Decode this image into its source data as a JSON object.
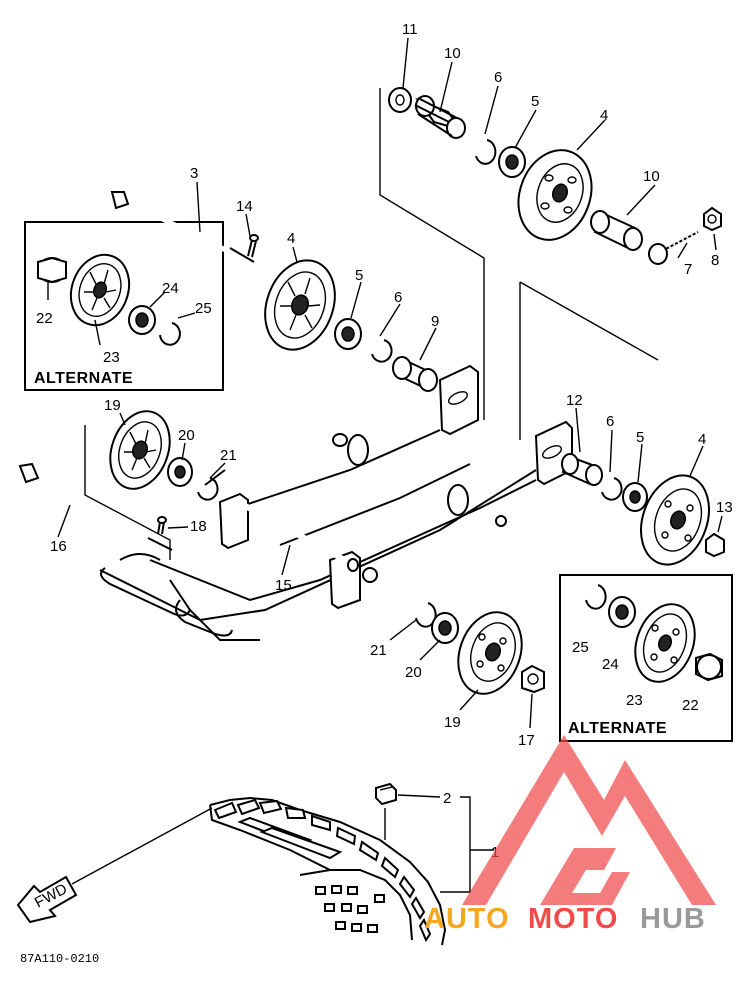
{
  "callouts": {
    "c1": "1",
    "c2": "2",
    "c3": "3",
    "c4a": "4",
    "c4b": "4",
    "c4c": "4",
    "c5a": "5",
    "c5b": "5",
    "c5c": "5",
    "c6a": "6",
    "c6b": "6",
    "c6c": "6",
    "c7": "7",
    "c8": "8",
    "c9": "9",
    "c10a": "10",
    "c10b": "10",
    "c11": "11",
    "c12": "12",
    "c13": "13",
    "c14": "14",
    "c15": "15",
    "c16": "16",
    "c17": "17",
    "c18": "18",
    "c19a": "19",
    "c19b": "19",
    "c20a": "20",
    "c20b": "20",
    "c21a": "21",
    "c21b": "21",
    "c22a": "22",
    "c22b": "22",
    "c23a": "23",
    "c23b": "23",
    "c24a": "24",
    "c24b": "24",
    "c25a": "25",
    "c25b": "25"
  },
  "boxes": {
    "left_label": "ALTERNATE",
    "right_label": "ALTERNATE"
  },
  "arrow": {
    "label": "FWD"
  },
  "diagram_code": "87A110-0210",
  "watermark": {
    "part1": "AUTO",
    "part2": "MOTO",
    "part3": "HUB",
    "color_primary": "#f04a4a",
    "color_secondary": "#f5a623",
    "color_tertiary": "#9a9a9a"
  }
}
